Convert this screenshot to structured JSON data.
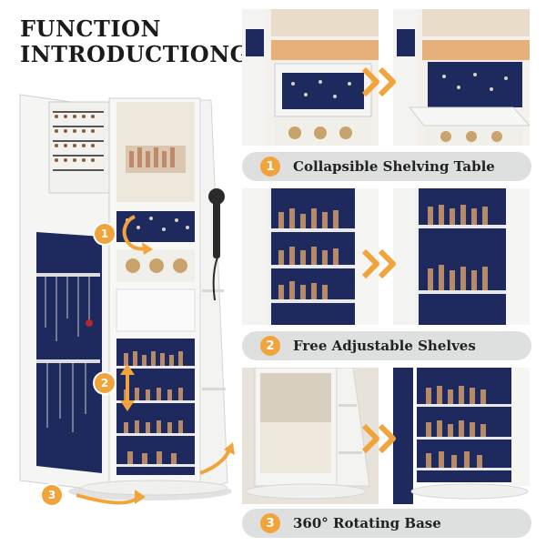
{
  "page": {
    "title_line1": "FUNCTION",
    "title_line2": "INTRODUCTIONG"
  },
  "features": [
    {
      "number": "1",
      "label": "Collapsible Shelving Table"
    },
    {
      "number": "2",
      "label": "Free Adjustable Shelves"
    },
    {
      "number": "3",
      "label": "360° Rotating Base"
    }
  ],
  "main_badges": [
    "1",
    "2",
    "3"
  ],
  "colors": {
    "accent": "#f2a43c",
    "cabinet": "#f7f7f5",
    "velvet": "#1e2a5e",
    "pill": "#dedfdf"
  },
  "icons": [
    "right-chevron-arrow-icon",
    "rotate-arrow-icon",
    "double-arrow-icon",
    "curved-arrow-icon"
  ]
}
